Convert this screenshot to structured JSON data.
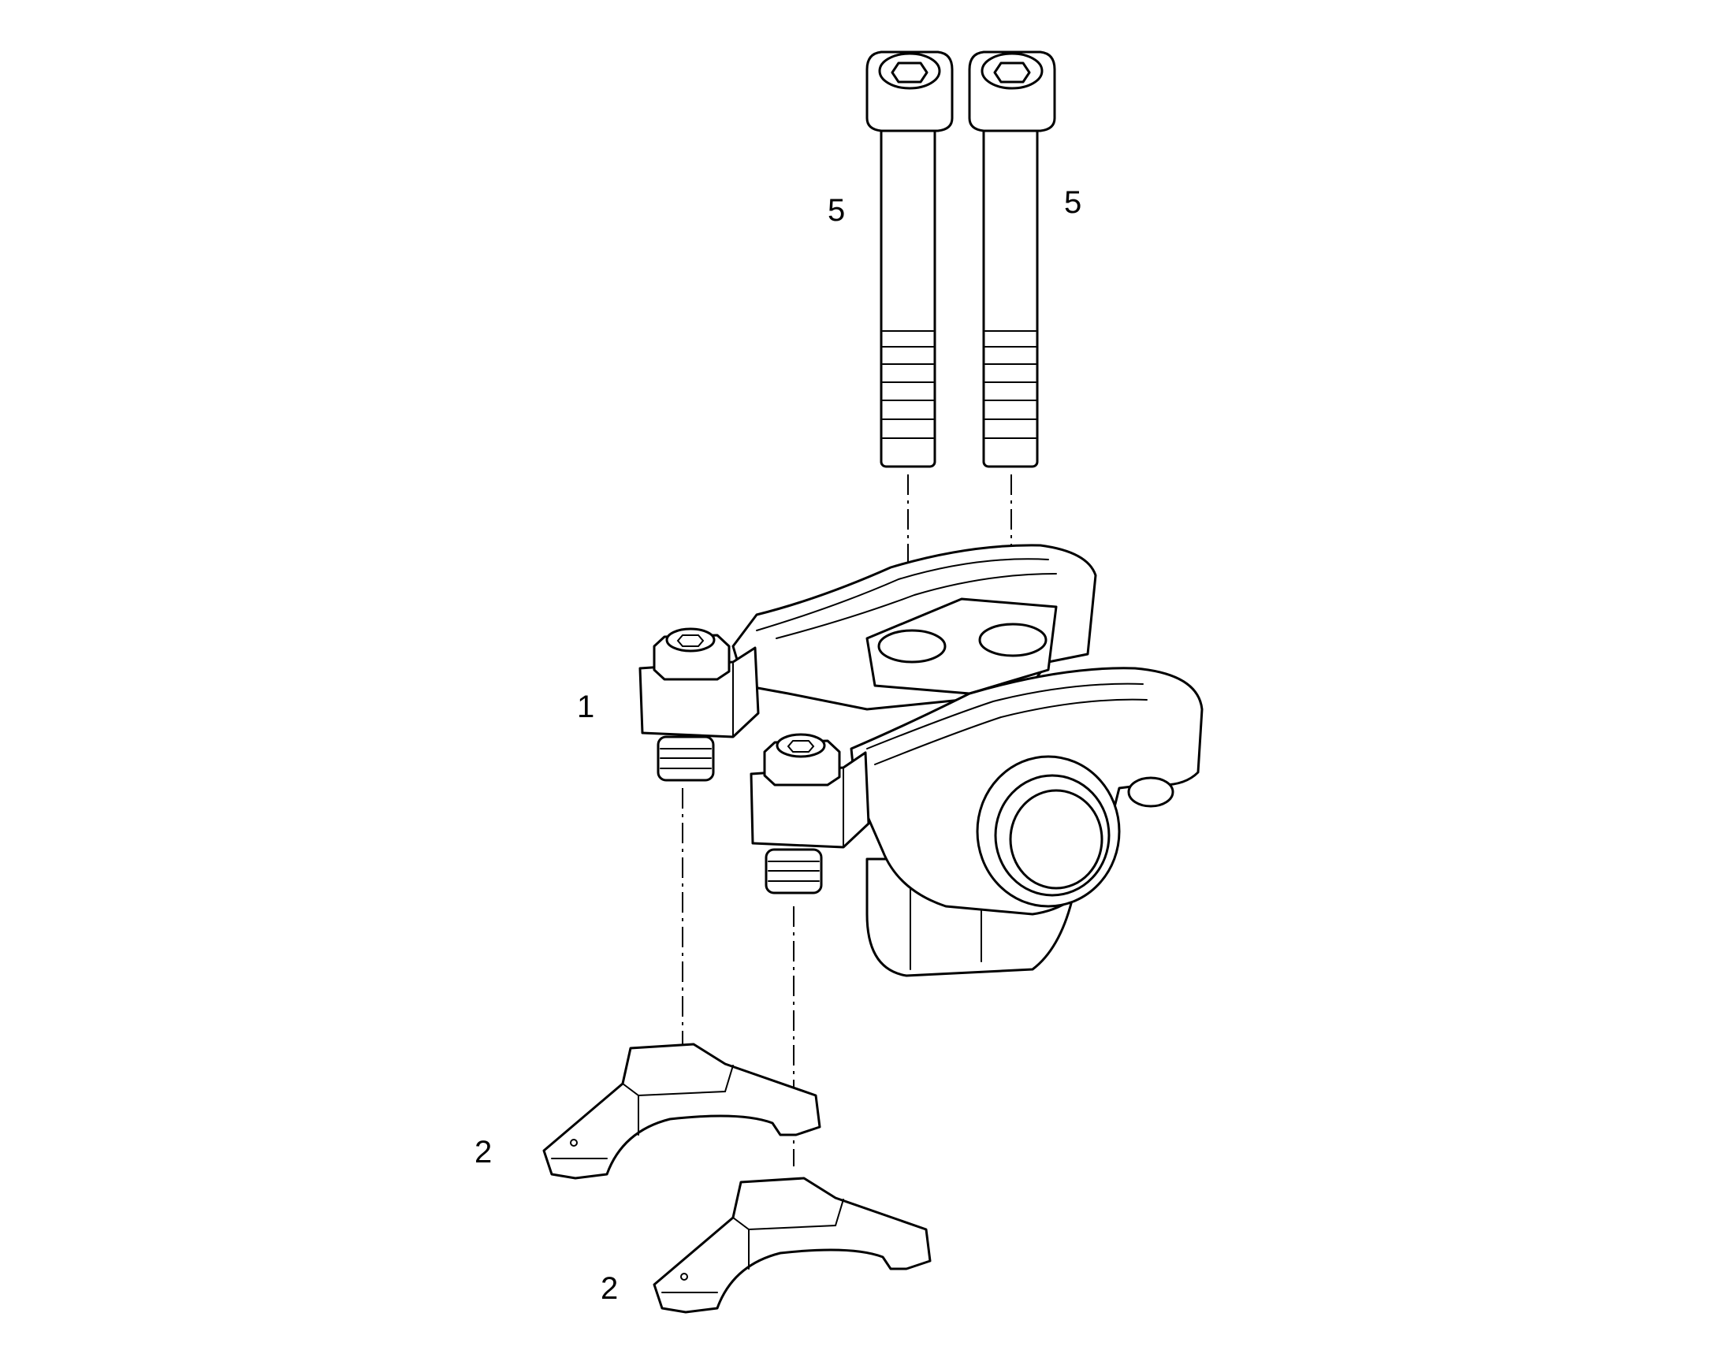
{
  "callouts": {
    "rocker_arm_assembly": "1",
    "bridge_left": "2",
    "bridge_right": "2",
    "bolt_left": "5",
    "bolt_right": "5"
  }
}
